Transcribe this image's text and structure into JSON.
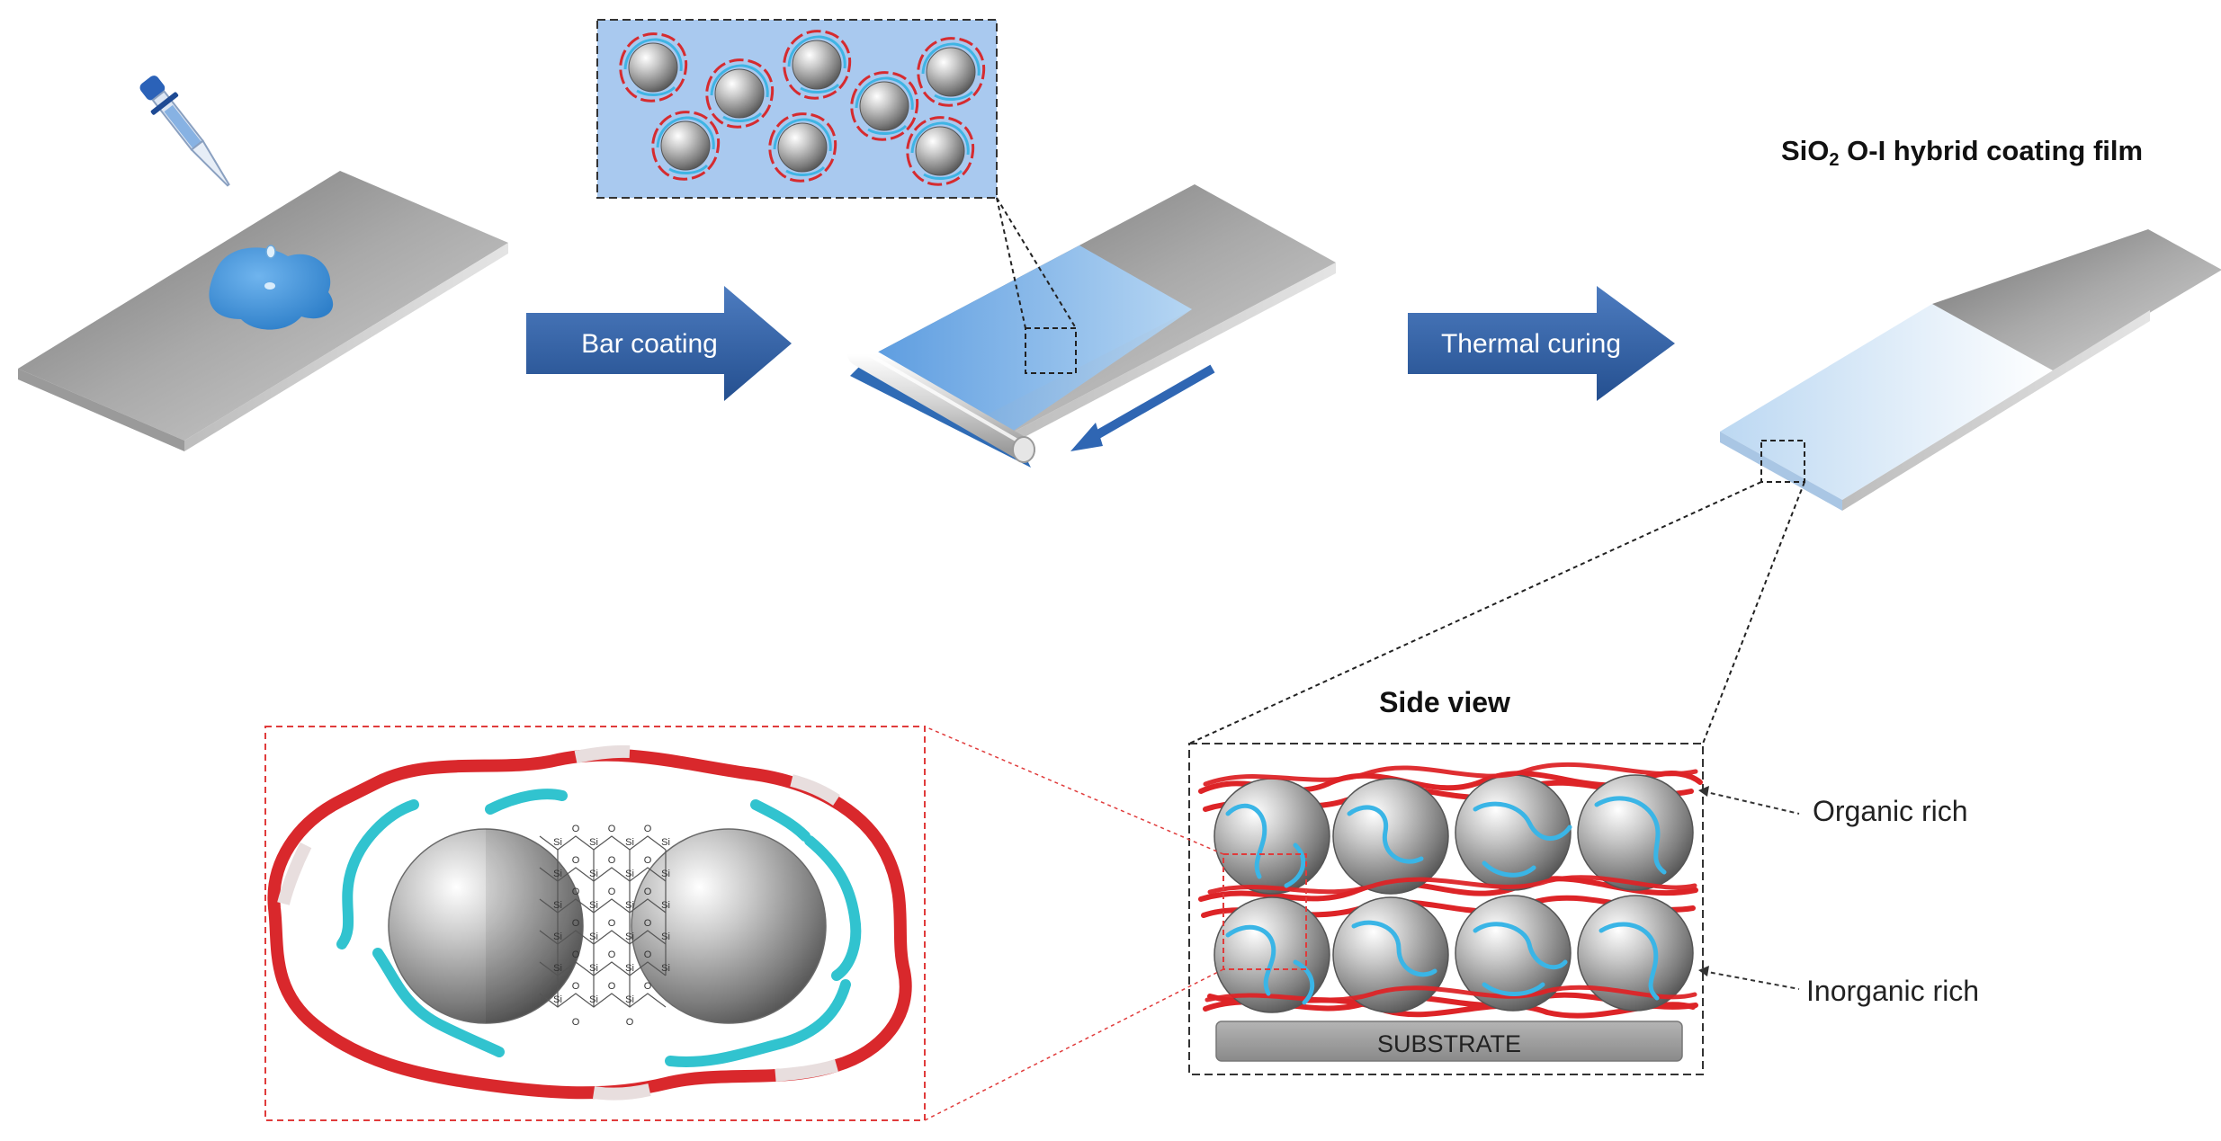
{
  "steps": {
    "bar_coating": "Bar coating",
    "thermal_curing": "Thermal curing"
  },
  "film_title": {
    "prefix": "SiO",
    "subscript": "2",
    "suffix": " O-I hybrid coating film"
  },
  "side_view": {
    "title": "Side view",
    "substrate": "SUBSTRATE",
    "organic_rich": "Organic rich",
    "inorganic_rich": "Inorganic rich"
  },
  "chem": {
    "si": "Si",
    "o": "O"
  },
  "colors": {
    "arrow_blue": "#2e5c9e",
    "liquid_blue": "#3c8fd6",
    "organic_red": "#e0282c",
    "chain_cyan": "#3ab7e4",
    "substrate_gray": "#9a9a9a",
    "zoom_red": "#e04040"
  }
}
